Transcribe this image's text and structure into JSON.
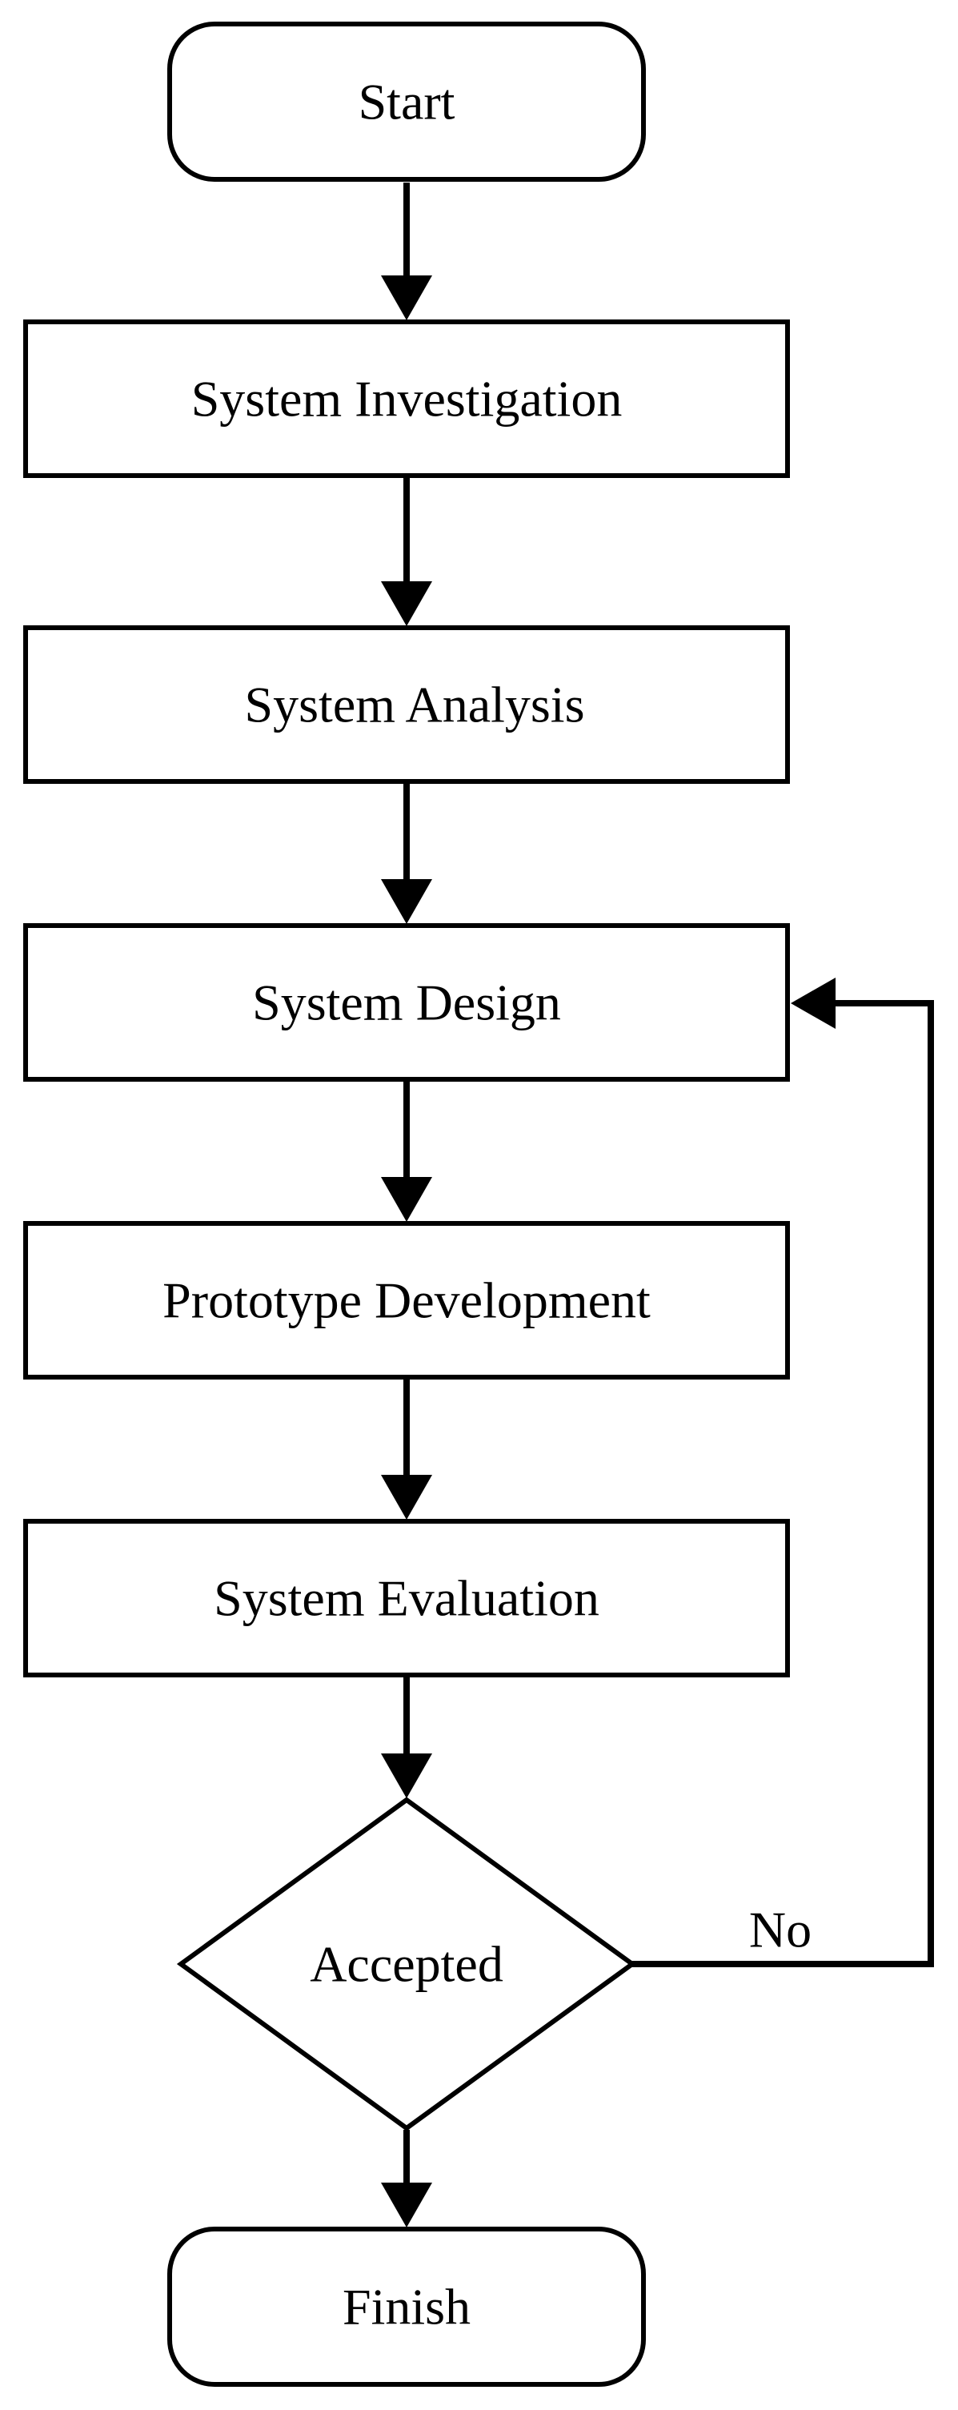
{
  "diagram": {
    "type": "flowchart",
    "nodes": {
      "start": {
        "label": "Start",
        "shape": "terminal"
      },
      "investigation": {
        "label": "System Investigation",
        "shape": "process"
      },
      "analysis": {
        "label": "System Analysis",
        "shape": "process"
      },
      "design": {
        "label": "System Design",
        "shape": "process"
      },
      "prototype": {
        "label": "Prototype Development",
        "shape": "process"
      },
      "evaluation": {
        "label": "System Evaluation",
        "shape": "process"
      },
      "accepted": {
        "label": "Accepted",
        "shape": "decision"
      },
      "finish": {
        "label": "Finish",
        "shape": "terminal"
      }
    },
    "edges": {
      "no": {
        "from": "accepted",
        "to": "design",
        "label": "No"
      }
    },
    "colors": {
      "stroke": "#000000",
      "fill": "#ffffff"
    }
  }
}
